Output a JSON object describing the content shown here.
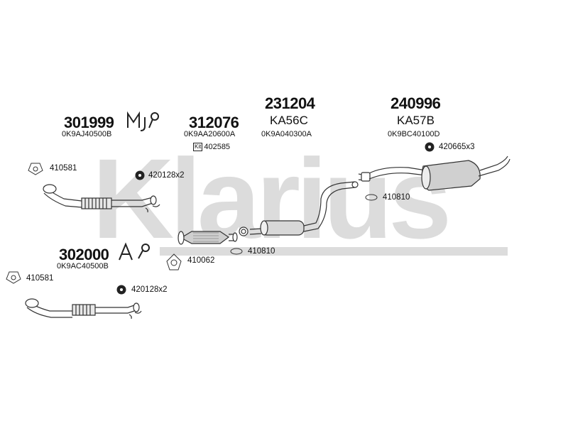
{
  "watermark": {
    "text": "Klarius",
    "color": "#d9d9d9"
  },
  "parts": [
    {
      "id": "front-pipe-upper",
      "number": "301999",
      "oem": "0K9AJ40500B",
      "badge": "MJ"
    },
    {
      "id": "catalyst",
      "number": "312076",
      "oem": "0K9AA20600A",
      "kit_label": "Kit",
      "kit_number": "402585"
    },
    {
      "id": "middle-silencer",
      "number": "231204",
      "type_code": "KA56C",
      "oem": "0K9A040300A"
    },
    {
      "id": "rear-silencer",
      "number": "240996",
      "type_code": "KA57B",
      "oem": "0K9BC40100D"
    },
    {
      "id": "front-pipe-lower",
      "number": "302000",
      "oem": "0K9AC40500B",
      "badge": "A"
    }
  ],
  "fittings": [
    {
      "id": "gasket-top-left",
      "ref": "410581"
    },
    {
      "id": "clamp-upper",
      "ref": "420128x2"
    },
    {
      "id": "mount-rear",
      "ref": "420665x3"
    },
    {
      "id": "gasket-rear",
      "ref": "410810"
    },
    {
      "id": "gasket-cat",
      "ref": "410810"
    },
    {
      "id": "gasket-flange",
      "ref": "410062"
    },
    {
      "id": "gasket-bottom-left",
      "ref": "410581"
    },
    {
      "id": "clamp-lower",
      "ref": "420128x2"
    }
  ]
}
